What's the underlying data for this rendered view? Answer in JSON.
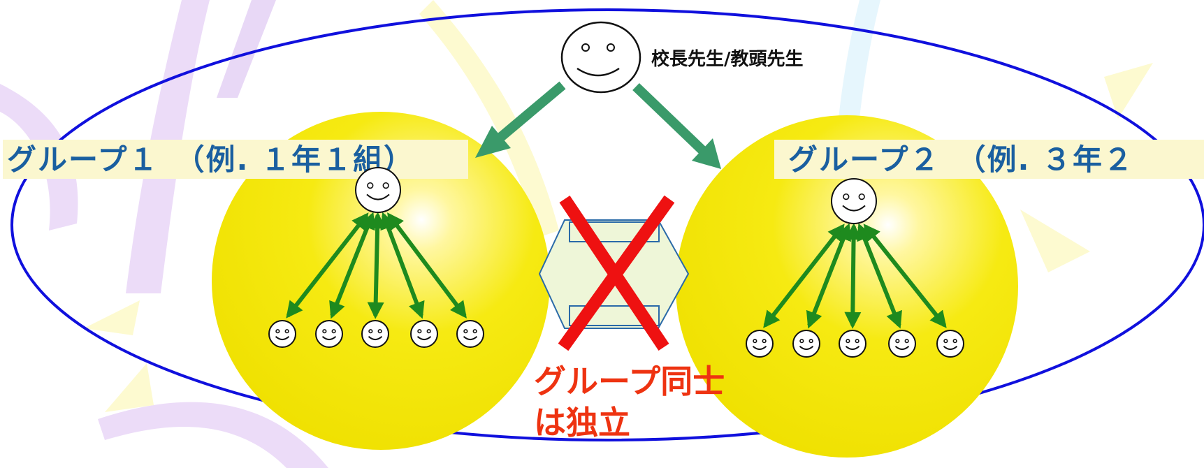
{
  "principal": {
    "label": "校長先生/教頭先生"
  },
  "groups": [
    {
      "label": "グループ１　（例. １年１組）",
      "member_count": 5
    },
    {
      "label": "グループ２　（例. ３年２",
      "member_count": 5
    }
  ],
  "independence": {
    "line1": "グループ同士",
    "line2": "は独立"
  },
  "colors": {
    "outer_ellipse": "#1010dd",
    "group_label": "#1a5fa0",
    "sphere": "#f6ea12",
    "arrow_principal": "#3a9a6a",
    "arrow_member": "#1e8a1e",
    "cross": "#ee1111",
    "independence_text": "#ee3311",
    "hexagon_fill": "#eef6d8",
    "hexagon_stroke": "#2a6aa8",
    "decor_purple": "#ecdcf8",
    "decor_yellow": "#fdfad0",
    "decor_blue": "#e6f6fd"
  }
}
